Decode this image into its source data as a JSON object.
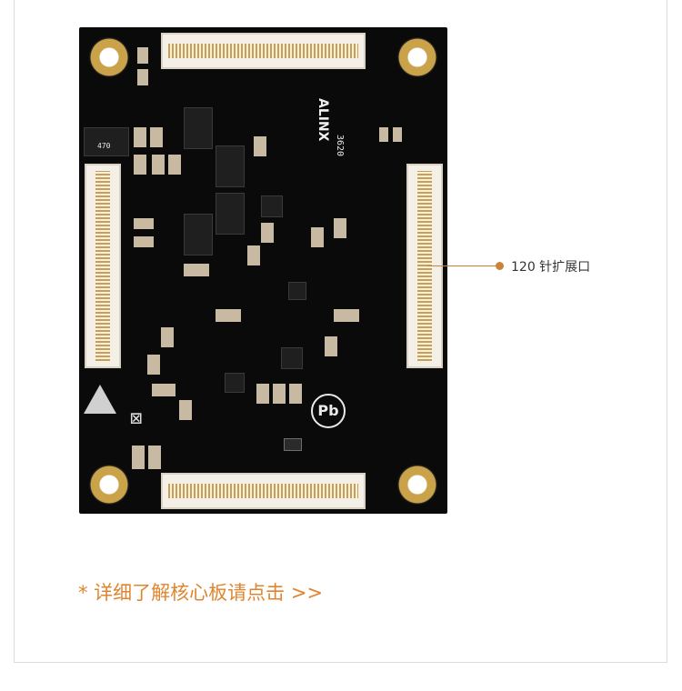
{
  "board": {
    "brand": "ALINX",
    "silk_code": "3620",
    "silk_small": "470"
  },
  "callout": {
    "label": "120 针扩展口"
  },
  "link": {
    "text": "* 详细了解核心板请点击 >>"
  },
  "colors": {
    "accent": "#e0852f",
    "callout": "#c8843a",
    "board": "#0a0a0a"
  }
}
